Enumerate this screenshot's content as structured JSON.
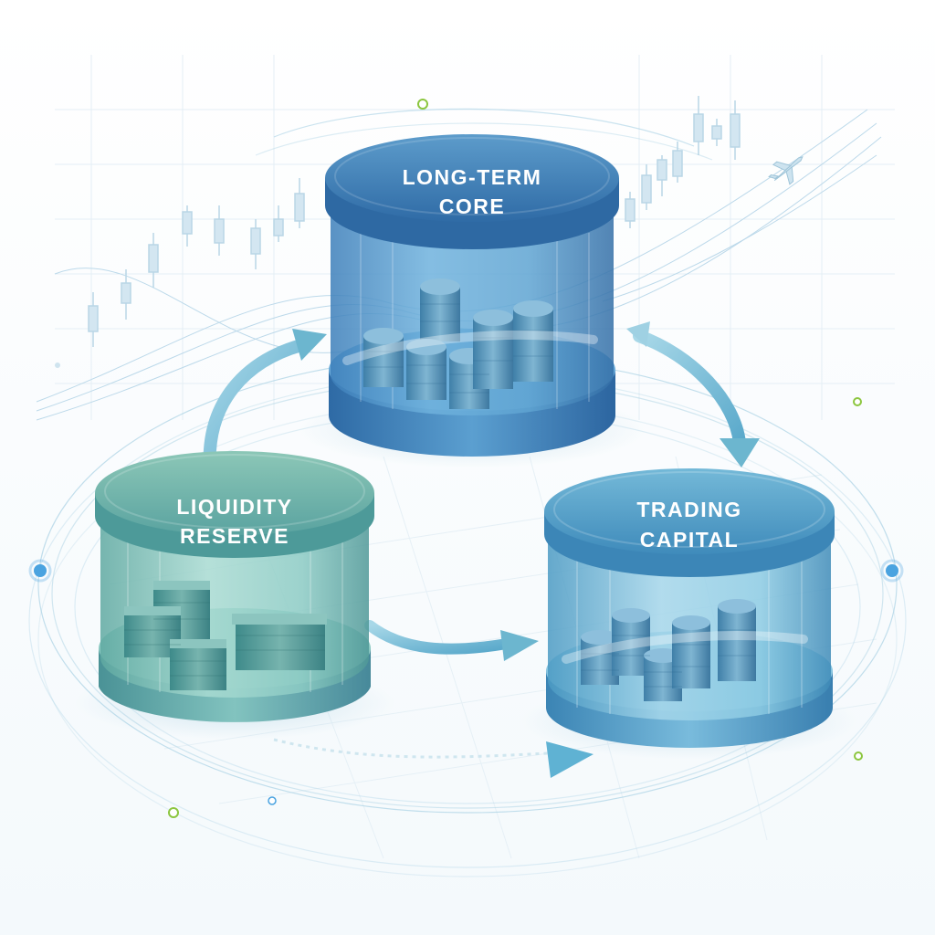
{
  "colors": {
    "long_term_core": "#3f82bb",
    "liquidity_reserve": "#5ea9a5",
    "trading_capital": "#4e9fc4",
    "arrow": "#6cb6cf",
    "grid": "#e3eef5",
    "accent_blue": "#4aa3e0",
    "accent_green": "#8cc63f"
  },
  "pools": [
    {
      "id": "long-term-core",
      "label_line1": "LONG-TERM",
      "label_line2": "CORE",
      "contents": "coin-stacks"
    },
    {
      "id": "liquidity-reserve",
      "label_line1": "LIQUIDITY",
      "label_line2": "RESERVE",
      "contents": "cash-bundles"
    },
    {
      "id": "trading-capital",
      "label_line1": "TRADING",
      "label_line2": "CAPITAL",
      "contents": "coin-stacks"
    }
  ],
  "flows": [
    {
      "from": "liquidity-reserve",
      "to": "long-term-core"
    },
    {
      "from": "long-term-core",
      "to": "trading-capital"
    },
    {
      "from": "liquidity-reserve",
      "to": "trading-capital"
    }
  ],
  "icons": [
    "coin-stack-icon",
    "cash-bundle-icon",
    "airplane-icon",
    "candlestick-icon"
  ]
}
